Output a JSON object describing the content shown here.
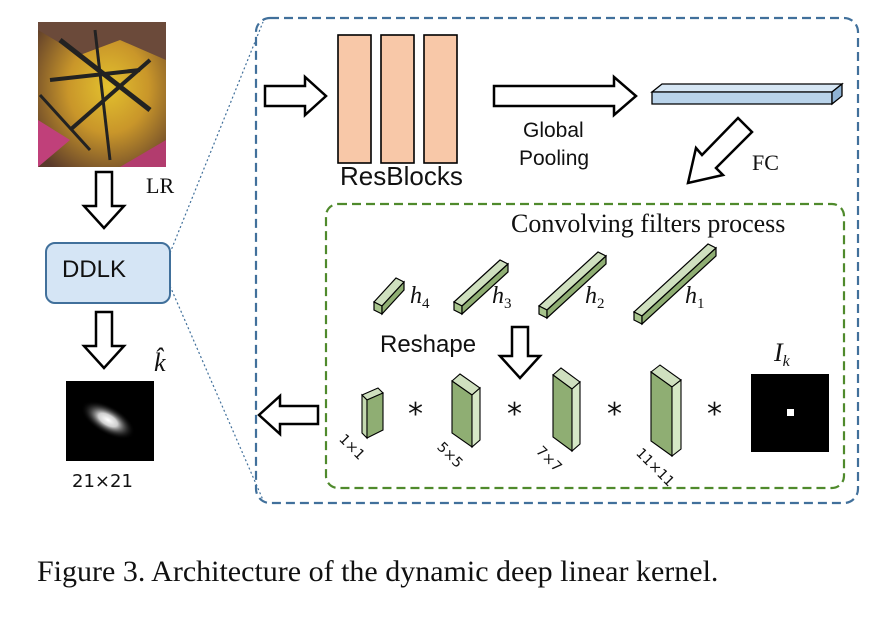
{
  "input": {
    "label": "LR"
  },
  "model": {
    "label": "DDLK"
  },
  "output": {
    "symbol": "k̂",
    "size": "21×21"
  },
  "network": {
    "resblocks_label": "ResBlocks",
    "pooling_line1": "Global",
    "pooling_line2": "Pooling",
    "fc_label": "FC"
  },
  "filters": {
    "title": "Convolving filters process",
    "h4": "h",
    "h4_sub": "4",
    "h3": "h",
    "h3_sub": "3",
    "h2": "h",
    "h2_sub": "2",
    "h1": "h",
    "h1_sub": "1",
    "reshape_label": "Reshape",
    "kernel_sizes": [
      "1×1",
      "5×5",
      "7×7",
      "11×11"
    ],
    "operator": "*",
    "impulse": "I",
    "impulse_sub": "k"
  },
  "caption": "Figure 3. Architecture of the dynamic deep linear kernel.",
  "colors": {
    "outer_border": "#41709b",
    "inner_border": "#4f8a2c",
    "resblock_fill": "#f8c8a8",
    "fc_fill": "#b9d3ea",
    "filter_fill": "#a7c48c",
    "ddlk_fill": "#d5e5f5"
  }
}
